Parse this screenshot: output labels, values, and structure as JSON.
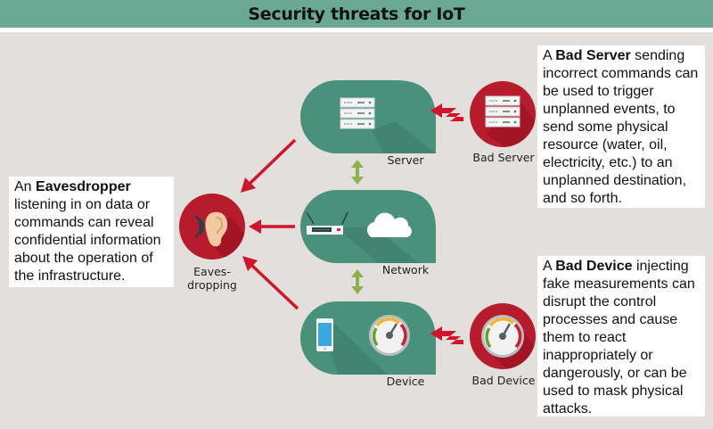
{
  "header": {
    "title": "Security threats for IoT"
  },
  "nodes": {
    "server": {
      "label": "Server",
      "icon": "server-rack-icon"
    },
    "network": {
      "label": "Network",
      "icons": [
        "router-icon",
        "cloud-icon"
      ]
    },
    "device": {
      "label": "Device",
      "icons": [
        "smartphone-icon",
        "gauge-icon"
      ]
    },
    "eavesdropping": {
      "label_line1": "Eaves-",
      "label_line2": "dropping",
      "icon": "ear-icon"
    },
    "bad_server": {
      "label": "Bad Server",
      "icon": "server-rack-icon"
    },
    "bad_device": {
      "label": "Bad Device",
      "icon": "gauge-icon"
    }
  },
  "descriptions": {
    "eavesdropper": {
      "prefix": "An ",
      "bold": "Eavesdropper",
      "rest": " listening in on data or commands can reveal confidential information about the operation of the infrastructure."
    },
    "bad_server": {
      "prefix": "A ",
      "bold": "Bad Server",
      "rest": " sending incorrect commands can be used to trigger unplanned events, to send some physical resource (water, oil, electricity, etc.) to an unplanned destination, and so forth."
    },
    "bad_device": {
      "prefix": "A ",
      "bold": "Bad Device",
      "rest": " injecting fake measurements can disrupt the control processes and cause them to react inappropriately or dangerously, or can be used to mask physical attacks."
    }
  },
  "colors": {
    "header": "#6aa893",
    "background": "#e3dfdc",
    "node_teal": "#4a917c",
    "threat_red": "#b71c2c",
    "arrow_red": "#d0142c",
    "link_green": "#8fb04a"
  }
}
